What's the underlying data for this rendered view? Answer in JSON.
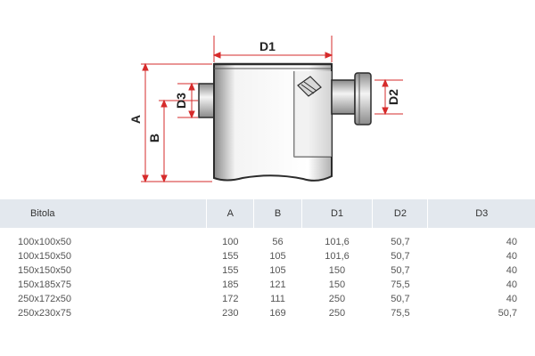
{
  "diagram": {
    "labels": {
      "d1": "D1",
      "d2": "D2",
      "d3": "D3",
      "a": "A",
      "b": "B"
    },
    "colors": {
      "outline": "#2b2b2b",
      "dimension": "#d62b2b",
      "shade": "#9a9a9a"
    }
  },
  "table": {
    "headers": [
      "Bitola",
      "A",
      "B",
      "D1",
      "D2",
      "D3"
    ],
    "rows": [
      [
        "100x100x50",
        "100",
        "56",
        "101,6",
        "50,7",
        "40"
      ],
      [
        "100x150x50",
        "155",
        "105",
        "101,6",
        "50,7",
        "40"
      ],
      [
        "150x150x50",
        "155",
        "105",
        "150",
        "50,7",
        "40"
      ],
      [
        "150x185x75",
        "185",
        "121",
        "150",
        "75,5",
        "40"
      ],
      [
        "250x172x50",
        "172",
        "111",
        "250",
        "50,7",
        "40"
      ],
      [
        "250x230x75",
        "230",
        "169",
        "250",
        "75,5",
        "50,7"
      ]
    ]
  }
}
